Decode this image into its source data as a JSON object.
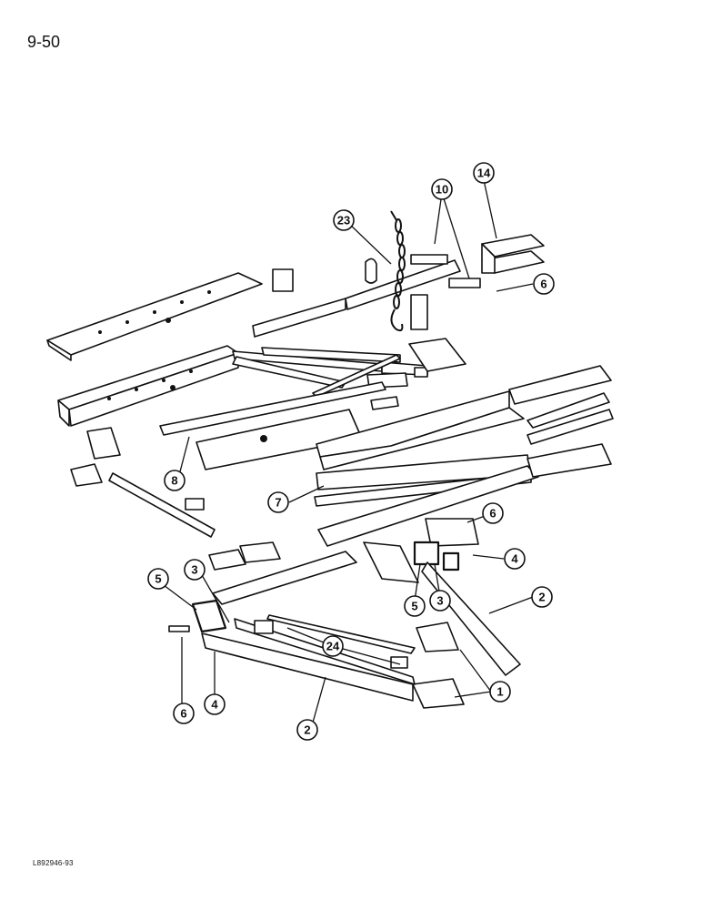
{
  "page": {
    "number": "9-50",
    "figure_code": "L892946-93"
  },
  "callouts": [
    {
      "id": "c23",
      "label": "23"
    },
    {
      "id": "c10",
      "label": "10"
    },
    {
      "id": "c14",
      "label": "14"
    },
    {
      "id": "c6a",
      "label": "6"
    },
    {
      "id": "c8",
      "label": "8"
    },
    {
      "id": "c7",
      "label": "7"
    },
    {
      "id": "c6b",
      "label": "6"
    },
    {
      "id": "c4a",
      "label": "4"
    },
    {
      "id": "c2a",
      "label": "2"
    },
    {
      "id": "c5a",
      "label": "5"
    },
    {
      "id": "c3a",
      "label": "3"
    },
    {
      "id": "c5b",
      "label": "5"
    },
    {
      "id": "c3b",
      "label": "3"
    },
    {
      "id": "c24",
      "label": "24"
    },
    {
      "id": "c1",
      "label": "1"
    },
    {
      "id": "c6c",
      "label": "6"
    },
    {
      "id": "c4b",
      "label": "4"
    },
    {
      "id": "c2b",
      "label": "2"
    }
  ]
}
